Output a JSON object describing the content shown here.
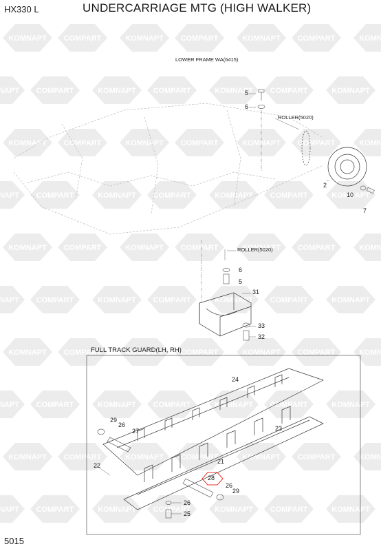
{
  "header": {
    "model": "HX330 L",
    "title": "UNDERCARRIAGE MTG (HIGH WALKER)"
  },
  "footer": {
    "page_number": "5015"
  },
  "watermark": {
    "left_text": "KOMNAPT",
    "right_text": "COMPART"
  },
  "diagram": {
    "lower_frame_label": "LOWER FRAME WA(6415)",
    "roller_label_1": "ROLLER(5020)",
    "roller_label_2": "ROLLER(5020)",
    "track_guard_title": "FULL TRACK GUARD(LH, RH)",
    "highlight_color": "#e8332a",
    "callouts": {
      "c5a": "5",
      "c6a": "6",
      "c10": "10",
      "c7": "7",
      "c2": "2",
      "c6b": "6",
      "c5b": "5",
      "c31": "31",
      "c33": "33",
      "c32": "32",
      "c24": "24",
      "c23": "23",
      "c29a": "29",
      "c26a": "26",
      "c27": "27",
      "c22": "22",
      "c21": "21",
      "c28": "28",
      "c26b": "26",
      "c29b": "29",
      "c26c": "26",
      "c25": "25"
    }
  }
}
